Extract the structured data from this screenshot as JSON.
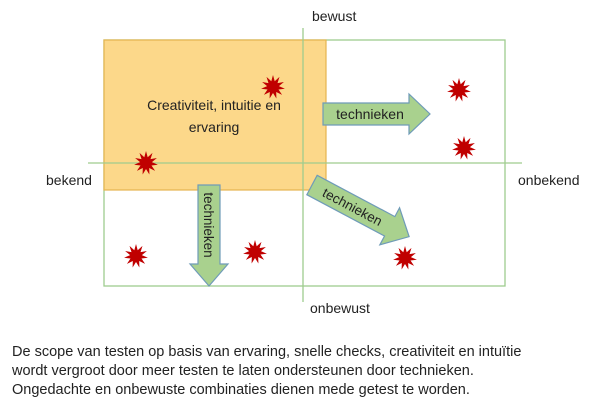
{
  "labels": {
    "top": "bewust",
    "bottom": "onbewust",
    "left": "bekend",
    "right": "onbekend"
  },
  "highlight": {
    "lines": [
      "Creativiteit, intuitie en",
      "ervaring"
    ]
  },
  "arrows": {
    "right_label": "technieken",
    "diagonal_label": "technieken",
    "down_label": "technieken"
  },
  "caption": {
    "lines": [
      "De scope van testen op basis van ervaring, snelle checks, creativiteit en intuïtie",
      "wordt vergroot door meer testen te laten ondersteunen door technieken.",
      "Ongedachte en onbewuste combinaties dienen mede getest te worden."
    ]
  },
  "colors": {
    "grid": "#9fcc8e",
    "highlight_fill": "#fcd88a",
    "highlight_border": "#e6b44f",
    "arrow_fill": "#a9d18e",
    "arrow_border": "#6f9bb8",
    "burst": "#c00000",
    "text": "#222222"
  }
}
